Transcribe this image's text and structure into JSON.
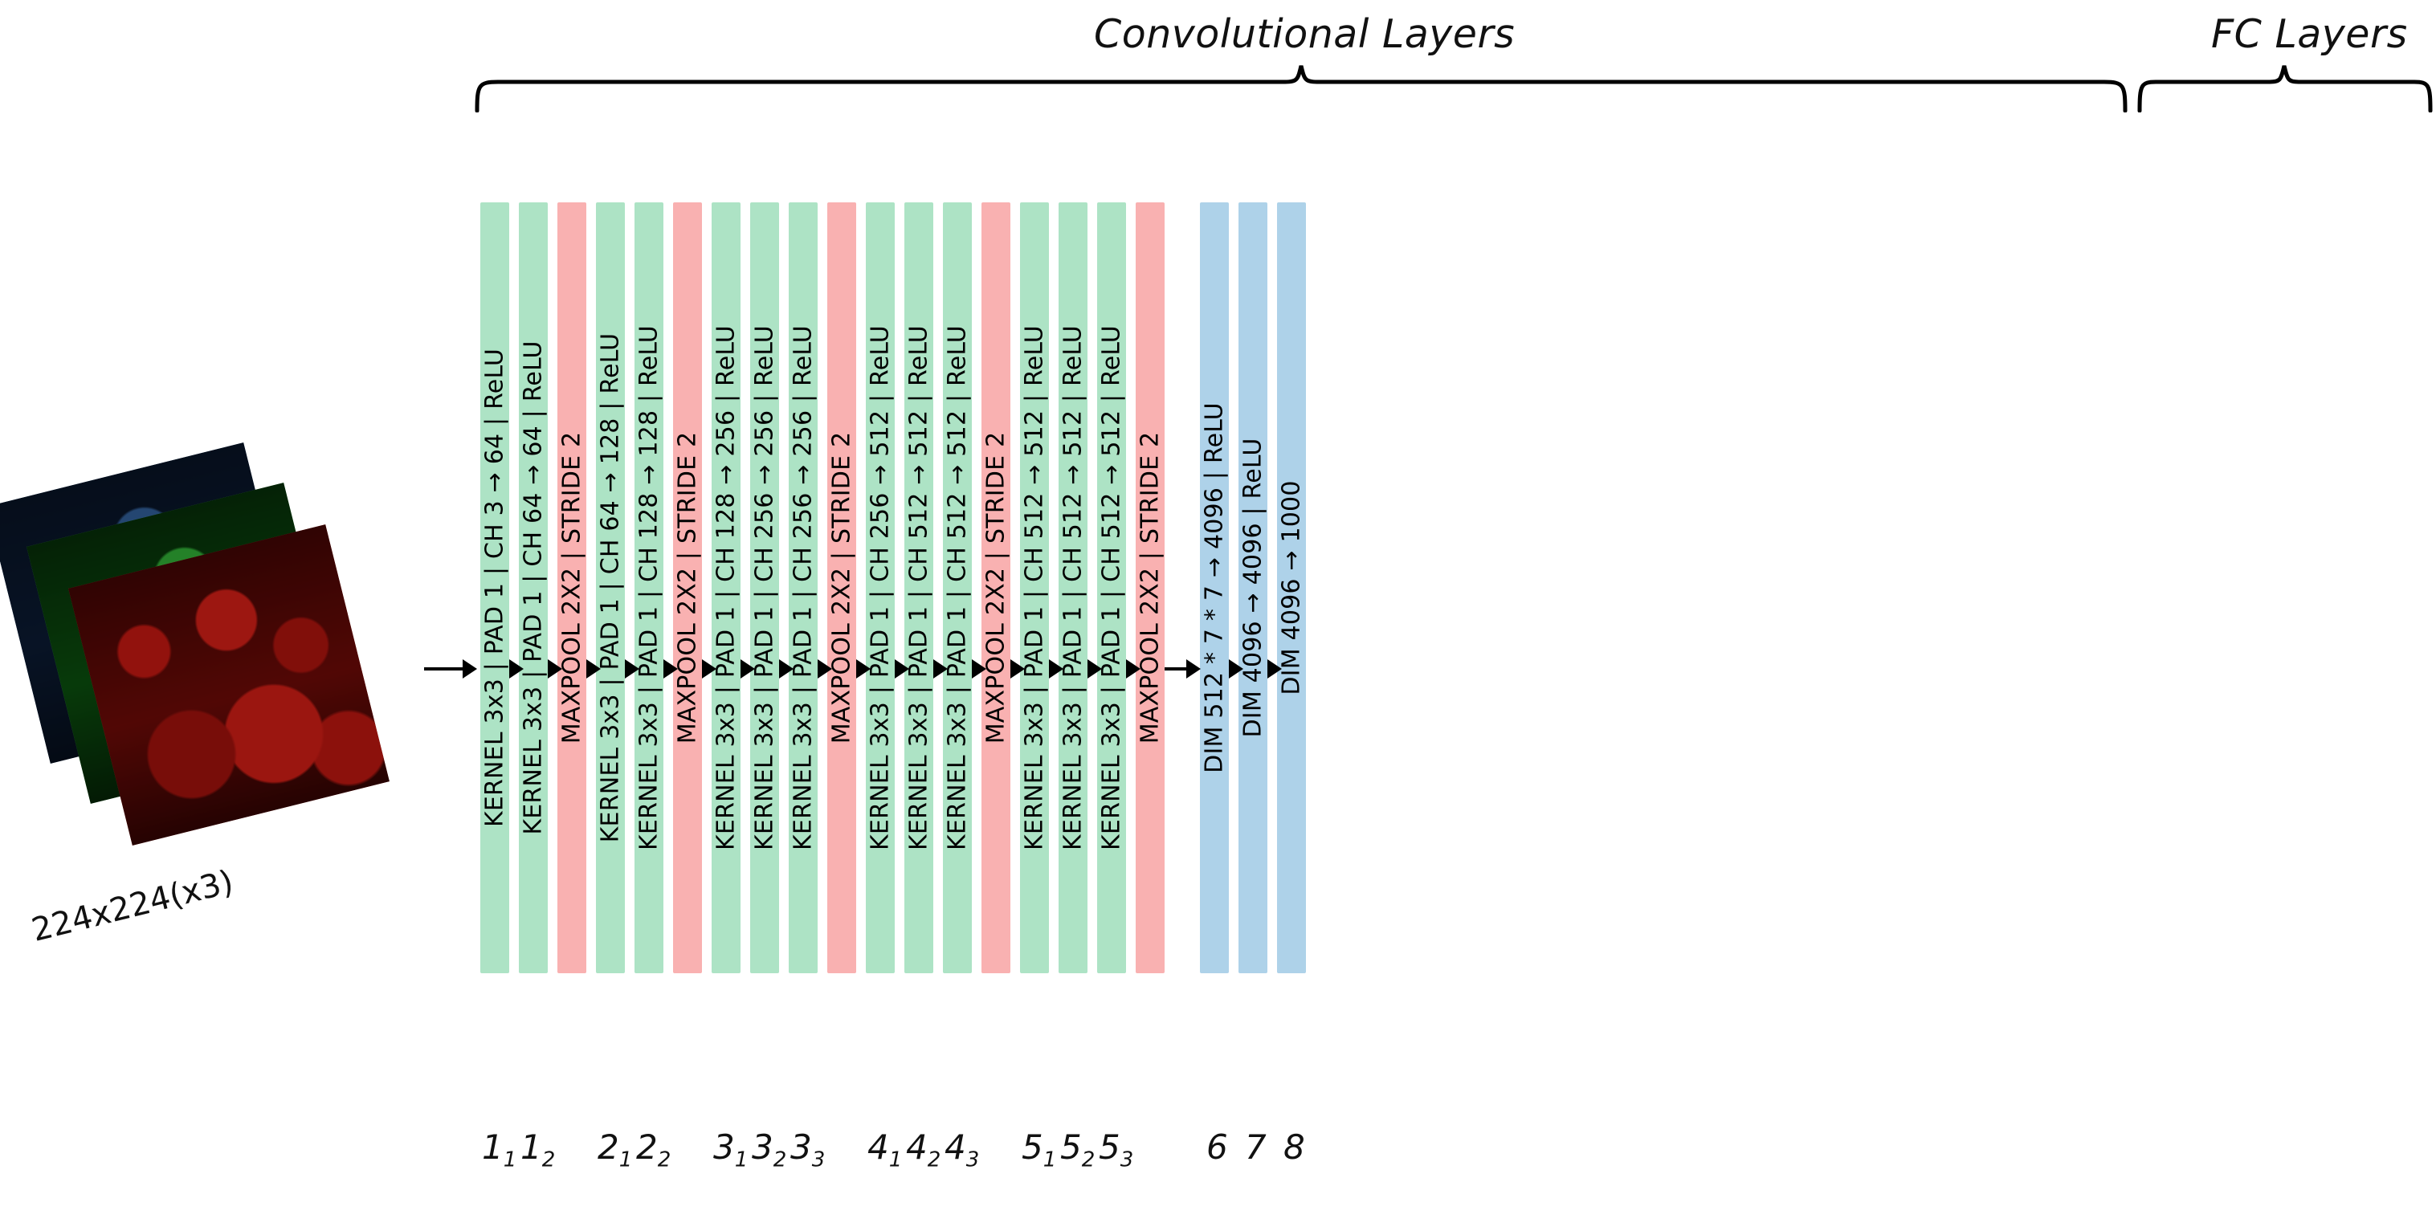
{
  "titles": {
    "conv": "Convolutional Layers",
    "fc": "FC Layers"
  },
  "input": {
    "label": "224x224(x3)",
    "channels": [
      "blue-channel",
      "green-channel",
      "red-channel"
    ]
  },
  "colors": {
    "conv": "#ade3c5",
    "pool": "#f9b1b1",
    "fc": "#aed2e9",
    "background": "#ffffff",
    "text": "#000000"
  },
  "layers": [
    {
      "kind": "conv",
      "label": "KERNEL 3x3 | PAD 1 | CH  3 → 64 | ReLU",
      "index": "1",
      "sub": "1"
    },
    {
      "kind": "conv",
      "label": "KERNEL 3x3 | PAD 1 | CH 64 → 64 | ReLU",
      "index": "1",
      "sub": "2"
    },
    {
      "kind": "pool",
      "label": "MAXPOOL 2X2 | STRIDE 2",
      "index": "",
      "sub": ""
    },
    {
      "kind": "conv",
      "label": "KERNEL 3x3 | PAD 1 | CH 64 → 128 | ReLU",
      "index": "2",
      "sub": "1"
    },
    {
      "kind": "conv",
      "label": "KERNEL 3x3 | PAD 1 | CH 128 → 128 | ReLU",
      "index": "2",
      "sub": "2"
    },
    {
      "kind": "pool",
      "label": "MAXPOOL 2X2 | STRIDE 2",
      "index": "",
      "sub": ""
    },
    {
      "kind": "conv",
      "label": "KERNEL 3x3 | PAD 1 | CH 128 → 256 | ReLU",
      "index": "3",
      "sub": "1"
    },
    {
      "kind": "conv",
      "label": "KERNEL 3x3 | PAD 1 | CH 256 → 256 | ReLU",
      "index": "3",
      "sub": "2"
    },
    {
      "kind": "conv",
      "label": "KERNEL 3x3 | PAD 1 | CH 256 → 256 | ReLU",
      "index": "3",
      "sub": "3"
    },
    {
      "kind": "pool",
      "label": "MAXPOOL 2X2 | STRIDE 2",
      "index": "",
      "sub": ""
    },
    {
      "kind": "conv",
      "label": "KERNEL 3x3 | PAD 1 | CH 256 → 512 | ReLU",
      "index": "4",
      "sub": "1"
    },
    {
      "kind": "conv",
      "label": "KERNEL 3x3 | PAD 1 | CH 512 → 512 | ReLU",
      "index": "4",
      "sub": "2"
    },
    {
      "kind": "conv",
      "label": "KERNEL 3x3 | PAD 1 | CH 512 → 512 | ReLU",
      "index": "4",
      "sub": "3"
    },
    {
      "kind": "pool",
      "label": "MAXPOOL 2X2 | STRIDE 2",
      "index": "",
      "sub": ""
    },
    {
      "kind": "conv",
      "label": "KERNEL 3x3 | PAD 1 | CH 512 → 512 | ReLU",
      "index": "5",
      "sub": "1"
    },
    {
      "kind": "conv",
      "label": "KERNEL 3x3 | PAD 1 | CH 512 → 512 | ReLU",
      "index": "5",
      "sub": "2"
    },
    {
      "kind": "conv",
      "label": "KERNEL 3x3 | PAD 1 | CH 512 → 512 | ReLU",
      "index": "5",
      "sub": "3"
    },
    {
      "kind": "pool",
      "label": "MAXPOOL 2X2 | STRIDE 2",
      "index": "",
      "sub": ""
    },
    {
      "kind": "fc",
      "label": "DIM 512 * 7 * 7 → 4096 | ReLU",
      "index": "6",
      "sub": ""
    },
    {
      "kind": "fc",
      "label": "DIM 4096 → 4096 | ReLU",
      "index": "7",
      "sub": ""
    },
    {
      "kind": "fc",
      "label": "DIM 4096 → 1000",
      "index": "8",
      "sub": ""
    }
  ]
}
